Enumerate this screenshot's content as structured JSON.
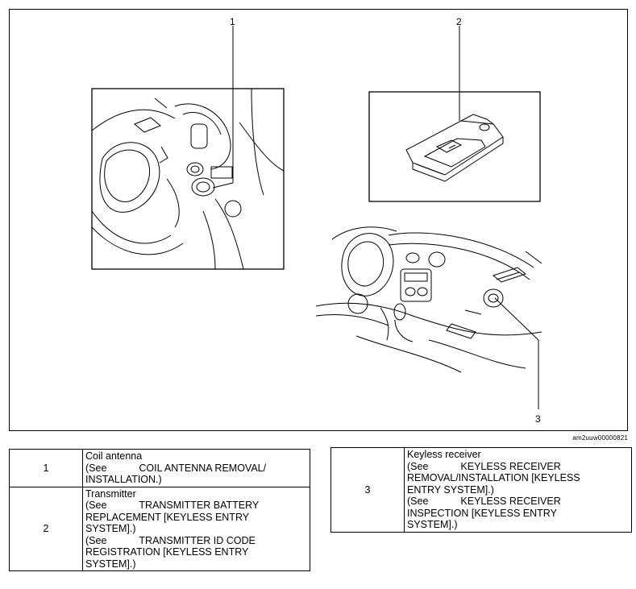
{
  "callouts": [
    "1",
    "2",
    "3"
  ],
  "image_code": "am2uuw00000821",
  "left_table": [
    {
      "num": "1",
      "lines": [
        {
          "a": "Coil antenna"
        },
        {
          "a": "(See",
          "b": "COIL ANTENNA REMOVAL/"
        },
        {
          "a": "INSTALLATION.)"
        }
      ]
    },
    {
      "num": "2",
      "lines": [
        {
          "a": "Transmitter"
        },
        {
          "a": "(See",
          "b": "TRANSMITTER BATTERY"
        },
        {
          "a": "REPLACEMENT [KEYLESS ENTRY"
        },
        {
          "a": "SYSTEM].)"
        },
        {
          "a": "(See",
          "b": "TRANSMITTER ID CODE"
        },
        {
          "a": "REGISTRATION [KEYLESS ENTRY"
        },
        {
          "a": "SYSTEM].)"
        }
      ]
    }
  ],
  "right_table": [
    {
      "num": "3",
      "lines": [
        {
          "a": "Keyless receiver"
        },
        {
          "a": "(See",
          "b": "KEYLESS RECEIVER"
        },
        {
          "a": "REMOVAL/INSTALLATION [KEYLESS"
        },
        {
          "a": "ENTRY SYSTEM].)"
        },
        {
          "a": "(See",
          "b": "KEYLESS RECEIVER"
        },
        {
          "a": "INSPECTION [KEYLESS ENTRY"
        },
        {
          "a": "SYSTEM].)"
        }
      ]
    }
  ]
}
